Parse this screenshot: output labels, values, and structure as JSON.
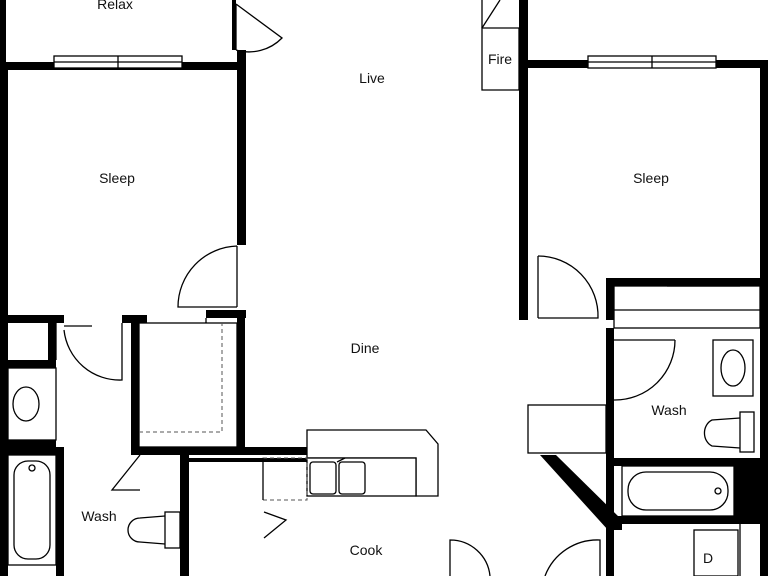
{
  "rooms": {
    "relax": "Relax",
    "live": "Live",
    "fire": "Fire",
    "sleep_left": "Sleep",
    "sleep_right": "Sleep",
    "dine": "Dine",
    "wash_right": "Wash",
    "wash_left": "Wash",
    "cook": "Cook",
    "dryer": "D"
  },
  "colors": {
    "wall": "#000000",
    "background": "#ffffff",
    "line": "#000000"
  }
}
